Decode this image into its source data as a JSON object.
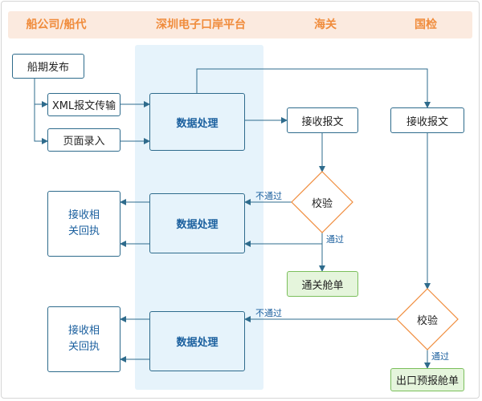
{
  "lanes": [
    "船公司/船代",
    "深圳电子口岸平台",
    "海关",
    "国检"
  ],
  "nodes": {
    "schedule": "船期发布",
    "xml": "XML报文传输",
    "manual": "页面录入",
    "process1": "数据处理",
    "process2": "数据处理",
    "process3": "数据处理",
    "customs_receive": "接收报文",
    "ciq_receive": "接收报文",
    "customs_check": "校验",
    "ciq_check": "校验",
    "reply1": "接收相\n关回执",
    "reply2": "接收相\n关回执",
    "customs_clear": "通关舱单",
    "export_manifest": "出口预报舱单"
  },
  "edge_labels": {
    "customs_fail": "不通过",
    "customs_pass": "通过",
    "ciq_fail": "不通过",
    "ciq_pass": "通过"
  },
  "colors": {
    "header_bg": "#fbeadf",
    "header_text": "#f08c3c",
    "platform_band": "#e6f3fb",
    "line": "#2e6b8c",
    "diamond_border": "#f08c3c",
    "success_fill": "#e5f5dc",
    "success_border": "#7bbf5c"
  }
}
